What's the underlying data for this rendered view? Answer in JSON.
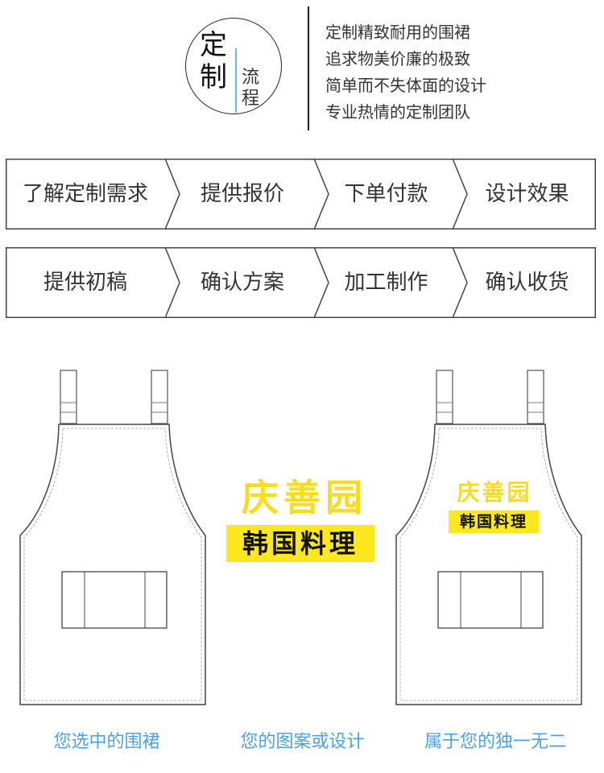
{
  "header": {
    "badge_big": "定制",
    "badge_small": "流程",
    "slogans": [
      "定制精致耐用的围裙",
      "追求物美价廉的极致",
      "简单而不失体面的设计",
      "专业热情的定制团队"
    ]
  },
  "process": {
    "row1": [
      "了解定制需求",
      "提供报价",
      "下单付款",
      "设计效果"
    ],
    "row2": [
      "提供初稿",
      "确认方案",
      "加工制作",
      "确认收货"
    ]
  },
  "logo": {
    "name": "庆善园",
    "subtitle": "韩国料理"
  },
  "captions": [
    "您选中的围裙",
    "您的图案或设计",
    "属于您的独一无二"
  ],
  "colors": {
    "accent": "#4aa3df",
    "logo_yellow": "#fde81e"
  }
}
